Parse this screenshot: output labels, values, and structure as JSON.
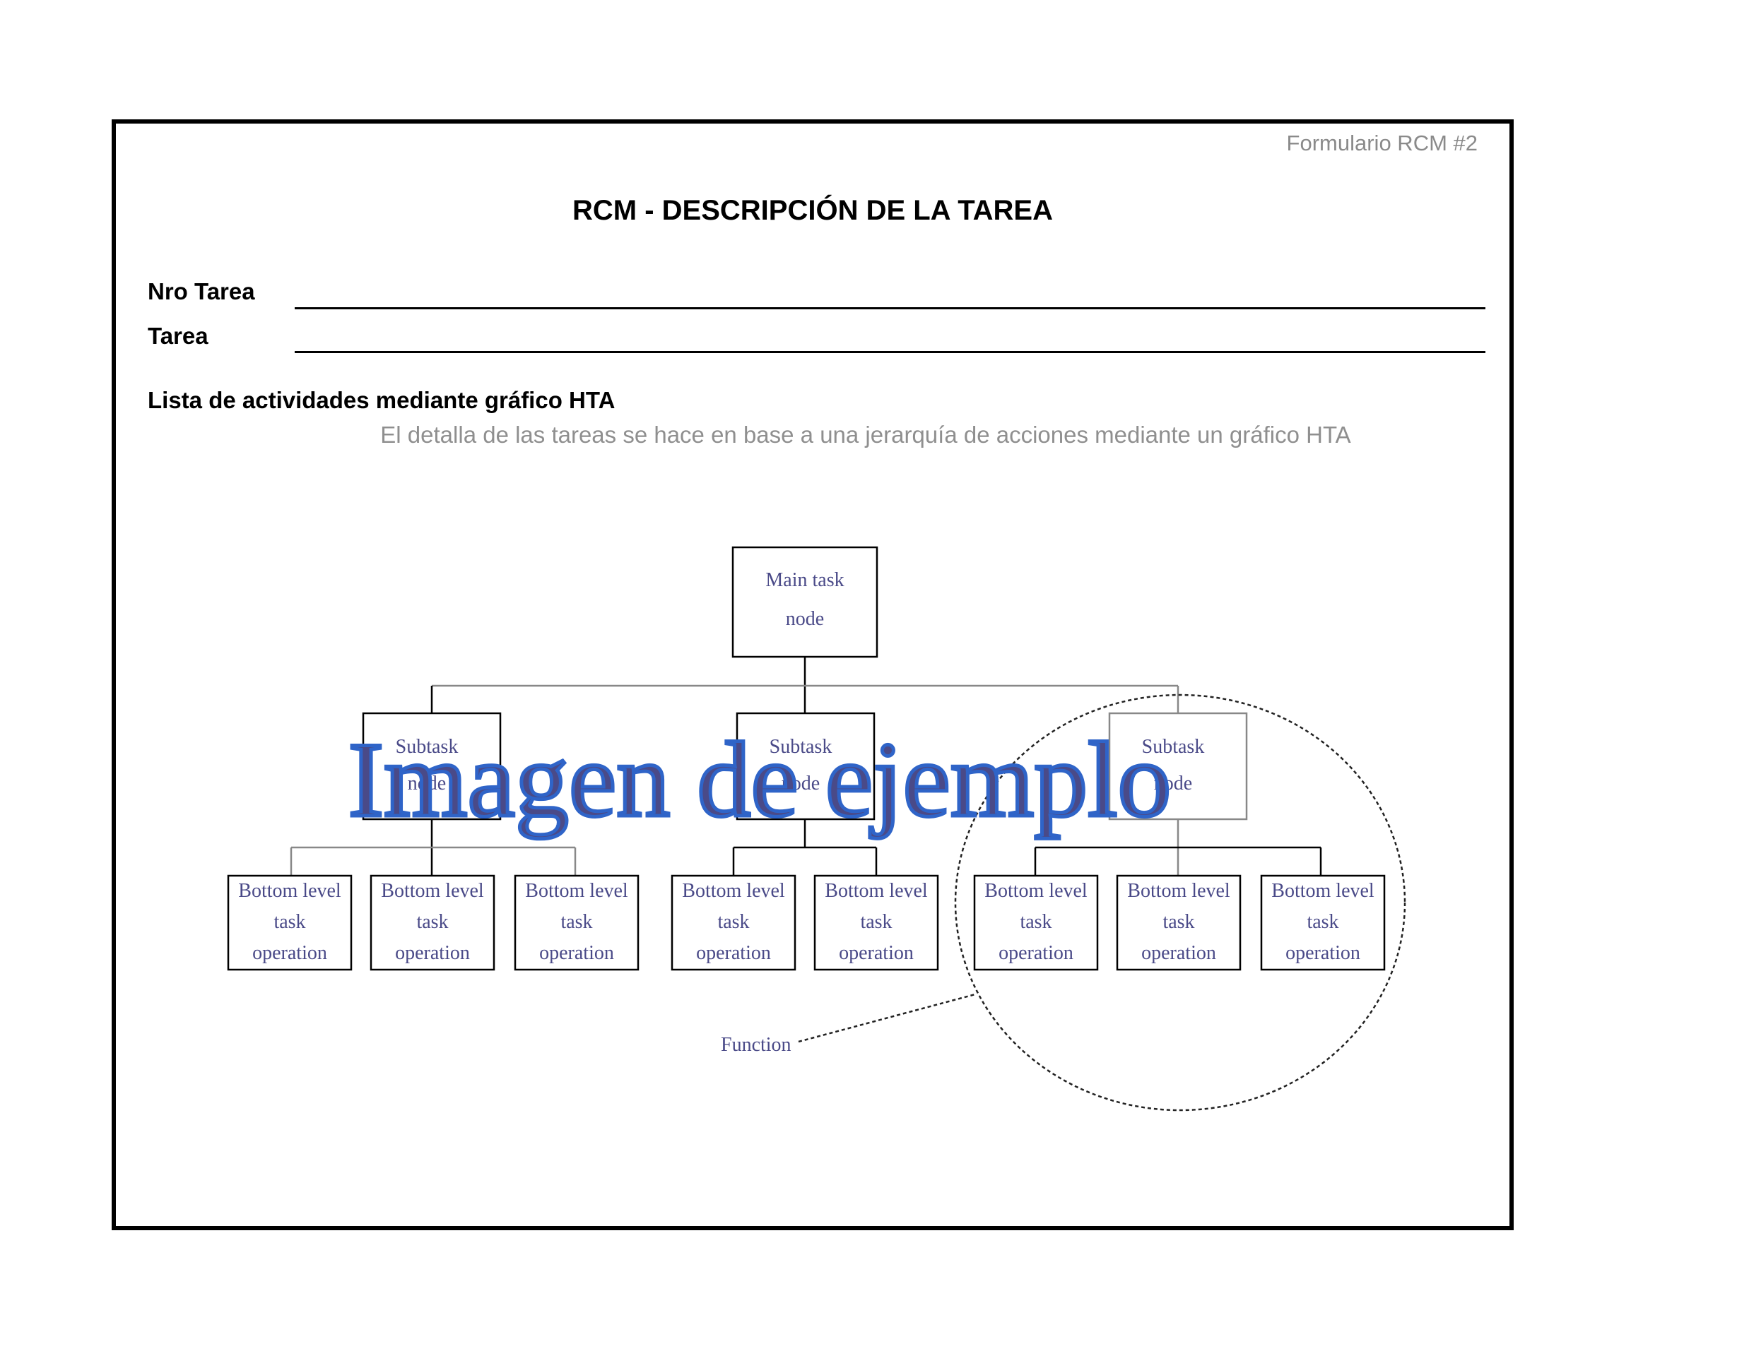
{
  "form": {
    "id_label": "Formulario RCM #2",
    "title": "RCM - DESCRIPCIÓN DE LA TAREA",
    "fields": [
      {
        "label": "Nro Tarea"
      },
      {
        "label": "Tarea"
      }
    ],
    "section_label": "Lista de actividades mediante gráfico HTA",
    "section_note": "El detalla de las tareas se hace en base a una jerarquía de acciones mediante un gráfico HTA"
  },
  "diagram": {
    "main_node": {
      "line1": "Main task",
      "line2": "node"
    },
    "subtasks": [
      {
        "line1": "Subtask",
        "line2": "node"
      },
      {
        "line1": "Subtask",
        "line2": "node"
      },
      {
        "line1": "Subtask",
        "line2": "node"
      }
    ],
    "bottom_nodes": [
      {
        "line1": "Bottom level",
        "line2": "task",
        "line3": "operation"
      },
      {
        "line1": "Bottom level",
        "line2": "task",
        "line3": "operation"
      },
      {
        "line1": "Bottom level",
        "line2": "task",
        "line3": "operation"
      },
      {
        "line1": "Bottom level",
        "line2": "task",
        "line3": "operation"
      },
      {
        "line1": "Bottom level",
        "line2": "task",
        "line3": "operation"
      },
      {
        "line1": "Bottom level",
        "line2": "task",
        "line3": "operation"
      },
      {
        "line1": "Bottom level",
        "line2": "task",
        "line3": "operation"
      },
      {
        "line1": "Bottom level",
        "line2": "task",
        "line3": "operation"
      }
    ],
    "function_label": "Function"
  },
  "watermark": "Imagen de ejemplo"
}
